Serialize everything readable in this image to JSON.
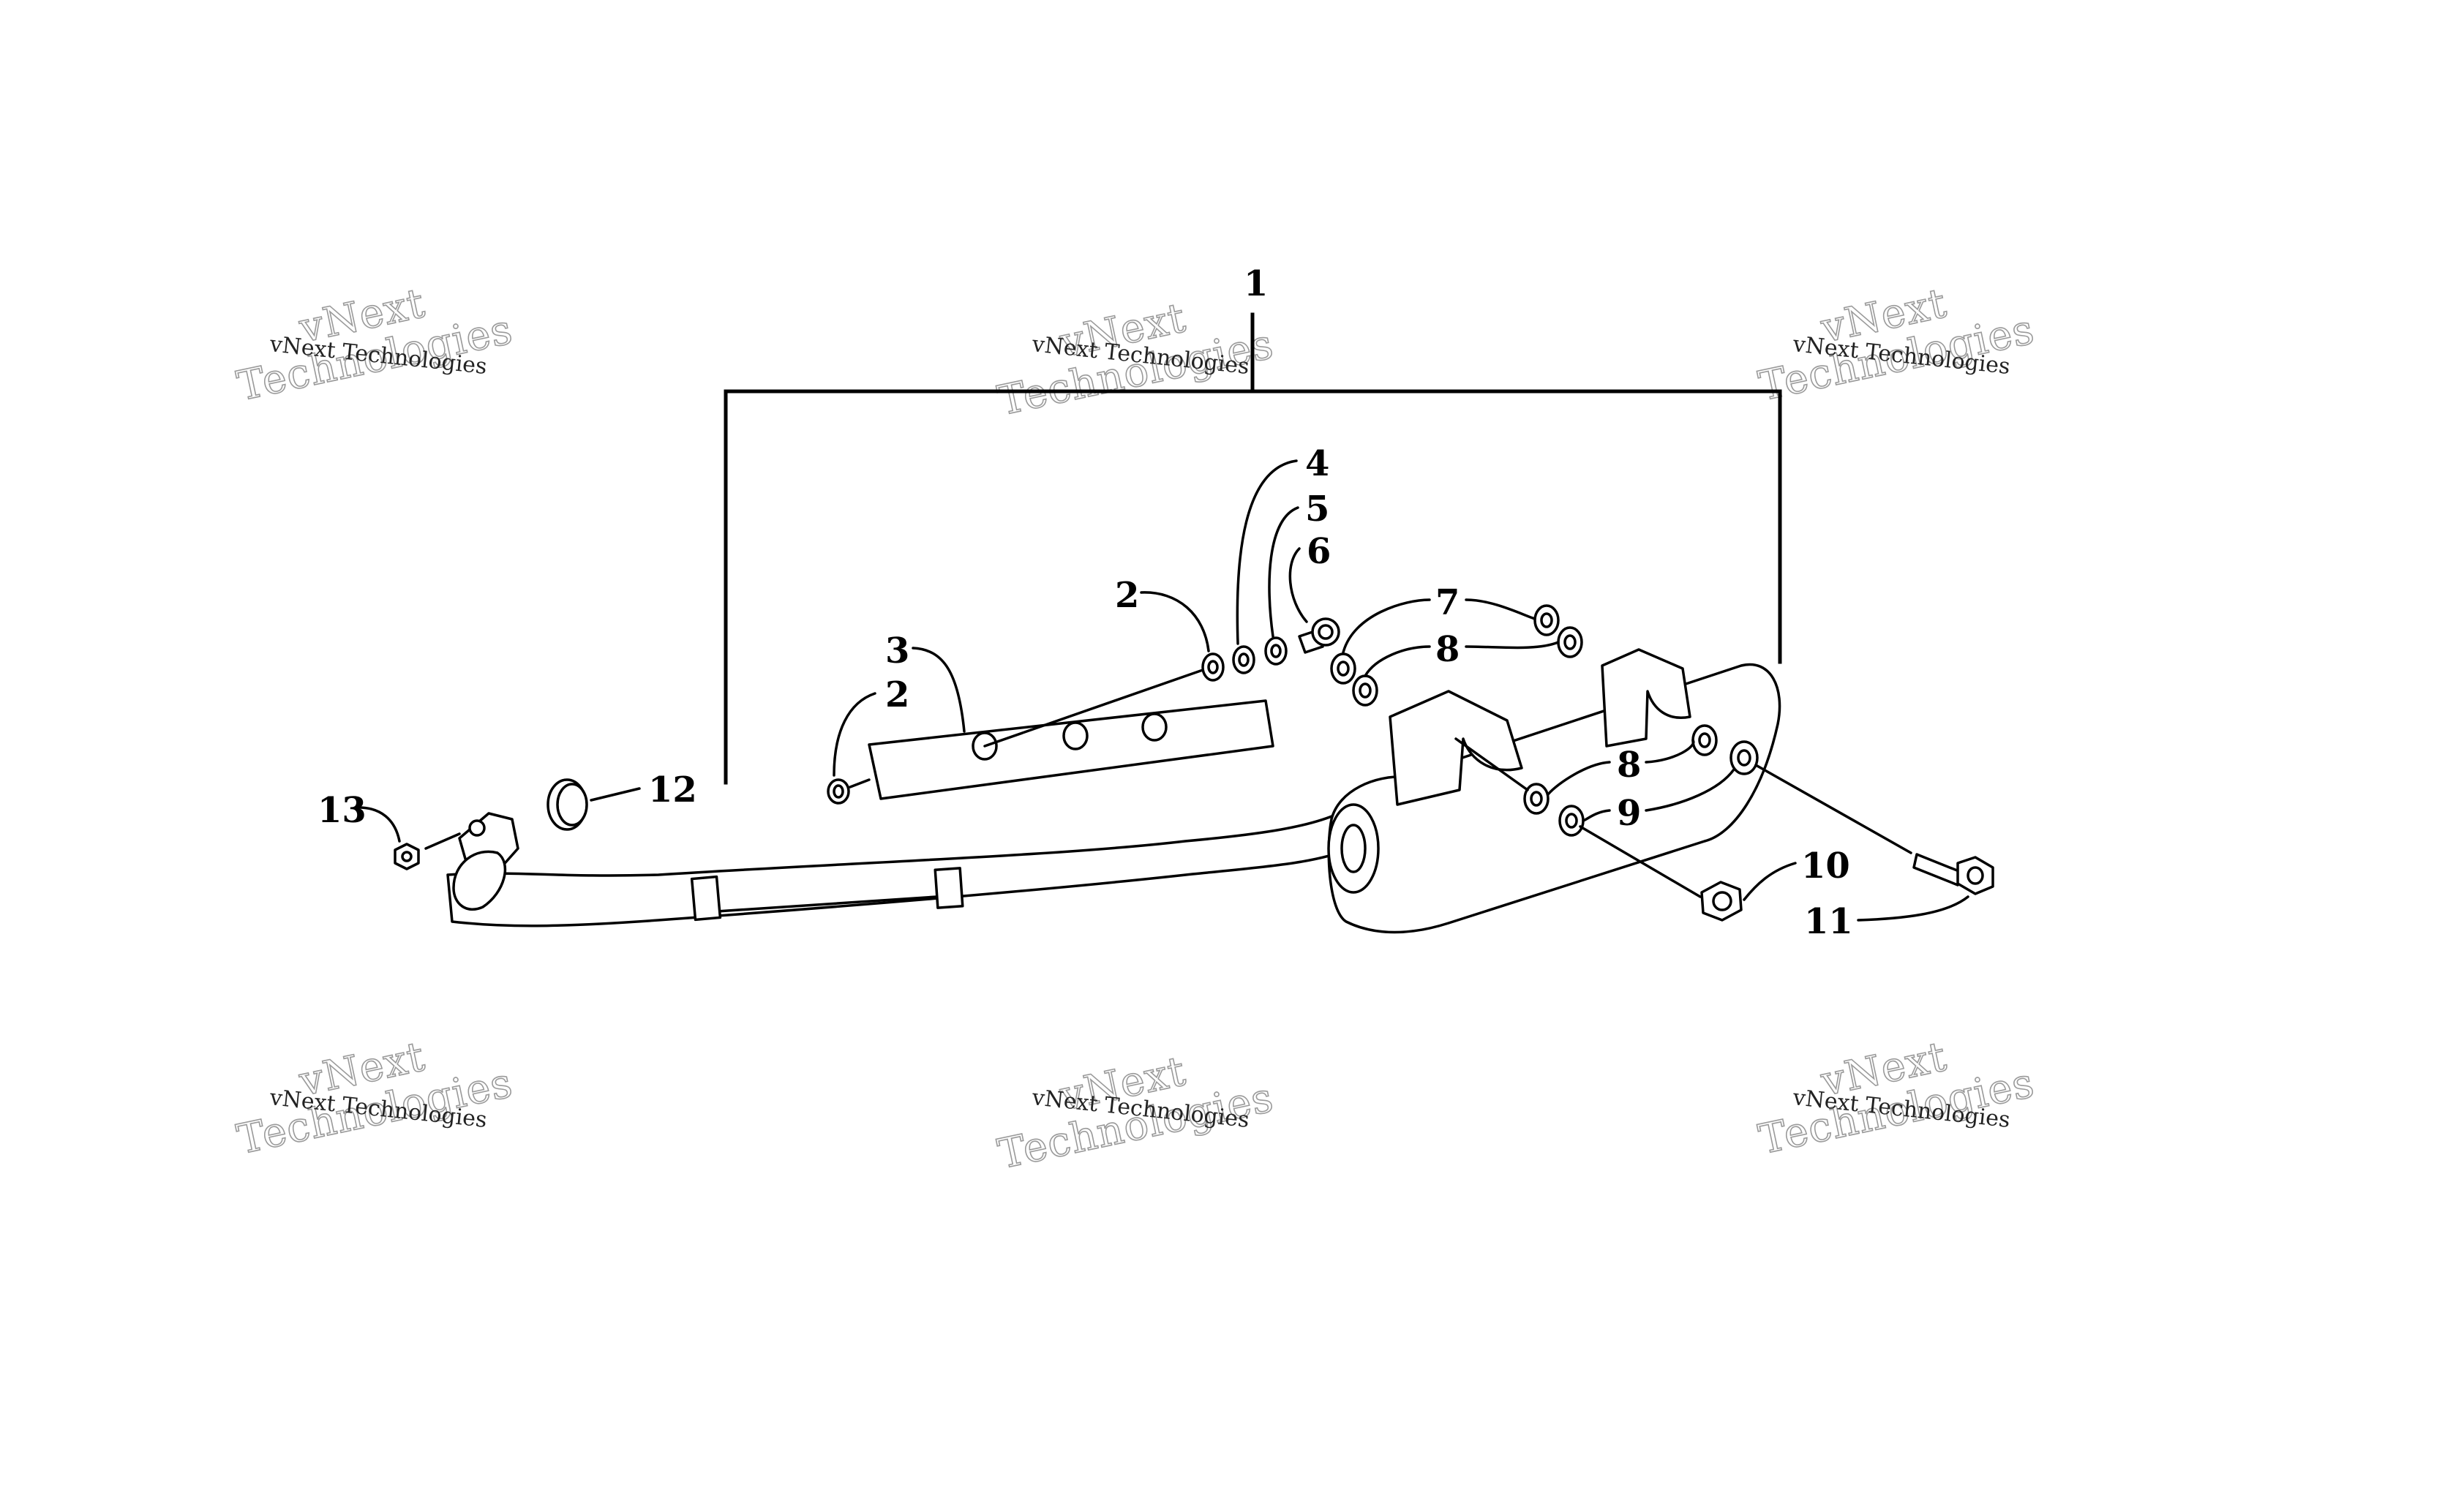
{
  "callouts": {
    "c1": "1",
    "c2a": "2",
    "c2b": "2",
    "c3": "3",
    "c4": "4",
    "c5": "5",
    "c6": "6",
    "c7": "7",
    "c8a": "8",
    "c8b": "8",
    "c9": "9",
    "c10": "10",
    "c11": "11",
    "c12": "12",
    "c13": "13"
  },
  "watermark": {
    "small": "vNext Technologies",
    "big_line1": "vNext",
    "big_line2": "Technologies"
  }
}
